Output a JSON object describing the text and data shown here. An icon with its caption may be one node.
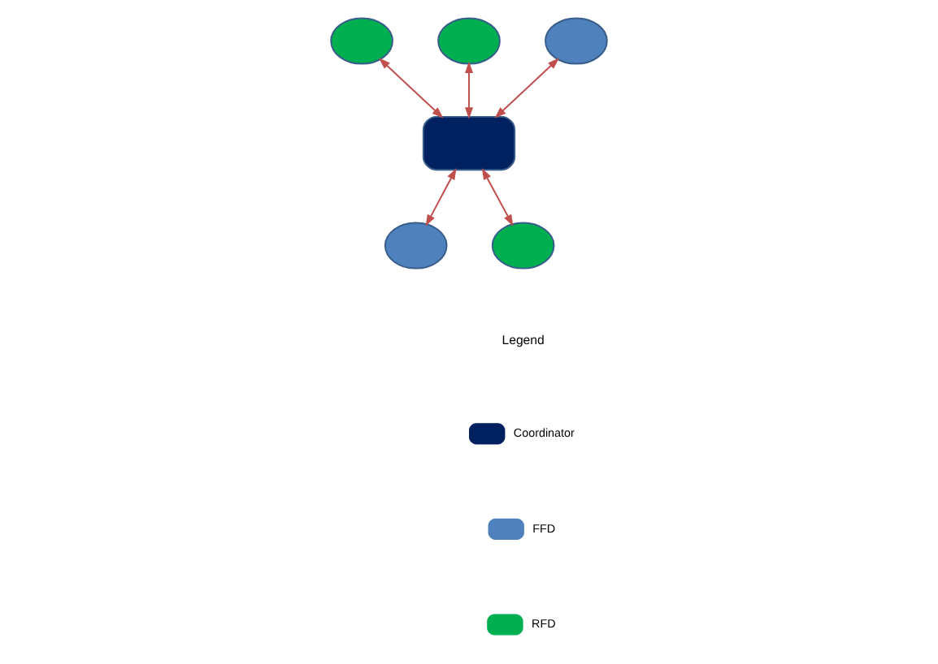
{
  "diagram": {
    "nodes": [
      {
        "text": [],
        "shape": "circle"
      },
      {
        "text": [],
        "shape": "circle"
      },
      {
        "text": [],
        "shape": "circle"
      },
      {
        "text": [],
        "shape": "box"
      },
      {
        "text": [],
        "shape": "circle"
      },
      {
        "text": [],
        "shape": "circle"
      }
    ],
    "edges": [
      {
        "from": 3,
        "to": 0,
        "arrow": "both"
      },
      {
        "from": 3,
        "to": 1,
        "arrow": "both"
      },
      {
        "from": 3,
        "to": 2,
        "arrow": "both"
      },
      {
        "from": 3,
        "to": 4,
        "arrow": "both"
      },
      {
        "from": 3,
        "to": 5,
        "arrow": "both"
      }
    ],
    "labels": [
      "Legend"
    ],
    "legend": [
      {
        "text": "Coordinator",
        "color": "#002060"
      },
      {
        "text": "FFD",
        "color": "#4f81bd"
      },
      {
        "text": "RFD",
        "color": "#00b050"
      }
    ]
  }
}
